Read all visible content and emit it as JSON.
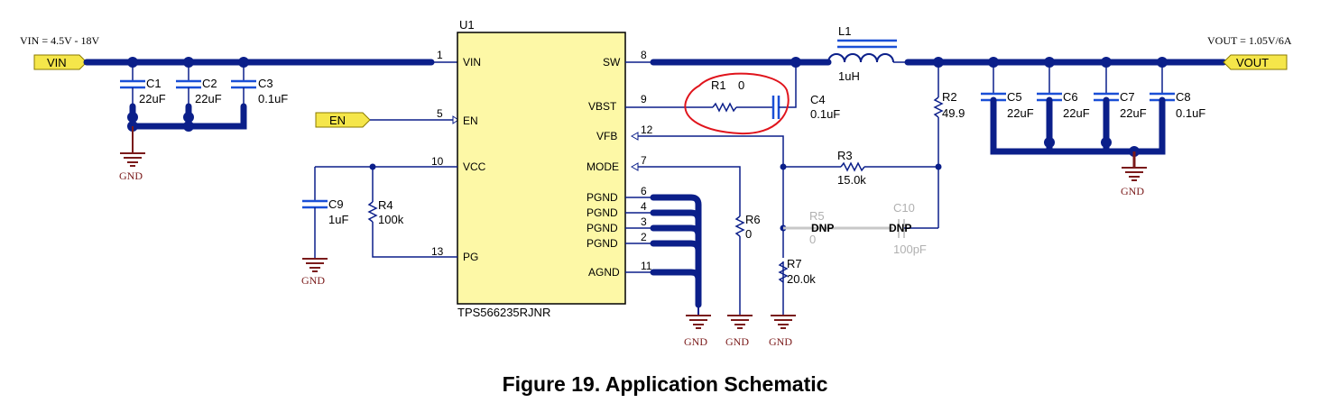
{
  "supply": {
    "vin_spec": "VIN = 4.5V - 18V",
    "vout_spec": "VOUT = 1.05V/6A"
  },
  "ports": {
    "vin": "VIN",
    "en": "EN",
    "vout": "VOUT"
  },
  "ic": {
    "ref": "U1",
    "part": "TPS566235RJNR",
    "left_pins": [
      {
        "num": "1",
        "name": "VIN"
      },
      {
        "num": "5",
        "name": "EN"
      },
      {
        "num": "10",
        "name": "VCC"
      },
      {
        "num": "13",
        "name": "PG"
      }
    ],
    "right_pins": [
      {
        "num": "8",
        "name": "SW"
      },
      {
        "num": "9",
        "name": "VBST"
      },
      {
        "num": "12",
        "name": "VFB"
      },
      {
        "num": "7",
        "name": "MODE"
      },
      {
        "num": "6",
        "name": "PGND"
      },
      {
        "num": "4",
        "name": "PGND"
      },
      {
        "num": "3",
        "name": "PGND"
      },
      {
        "num": "2",
        "name": "PGND"
      },
      {
        "num": "11",
        "name": "AGND"
      }
    ]
  },
  "components": {
    "C1": {
      "ref": "C1",
      "value": "22uF"
    },
    "C2": {
      "ref": "C2",
      "value": "22uF"
    },
    "C3": {
      "ref": "C3",
      "value": "0.1uF"
    },
    "C4": {
      "ref": "C4",
      "value": "0.1uF"
    },
    "C5": {
      "ref": "C5",
      "value": "22uF"
    },
    "C6": {
      "ref": "C6",
      "value": "22uF"
    },
    "C7": {
      "ref": "C7",
      "value": "22uF"
    },
    "C8": {
      "ref": "C8",
      "value": "0.1uF"
    },
    "C9": {
      "ref": "C9",
      "value": "1uF"
    },
    "C10": {
      "ref": "C10",
      "value": "100pF",
      "note": "DNP"
    },
    "L1": {
      "ref": "L1",
      "value": "1uH"
    },
    "R1": {
      "ref": "R1",
      "value": "0"
    },
    "R2": {
      "ref": "R2",
      "value": "49.9"
    },
    "R3": {
      "ref": "R3",
      "value": "15.0k"
    },
    "R4": {
      "ref": "R4",
      "value": "100k"
    },
    "R5": {
      "ref": "R5",
      "value": "0",
      "note": "DNP"
    },
    "R6": {
      "ref": "R6",
      "value": "0"
    },
    "R7": {
      "ref": "R7",
      "value": "20.0k"
    }
  },
  "ground_label": "GND",
  "caption": "Figure 19.  Application Schematic",
  "colors": {
    "wire": "#0b1f8a",
    "capacitor_plate": "#1a4fd6",
    "ground": "#7a1a1a",
    "ic_body": "#fdf8a6",
    "port_flag": "#f5e64a",
    "annotation_circle": "#e0141c",
    "dnp_grey": "#b0b0b0"
  }
}
